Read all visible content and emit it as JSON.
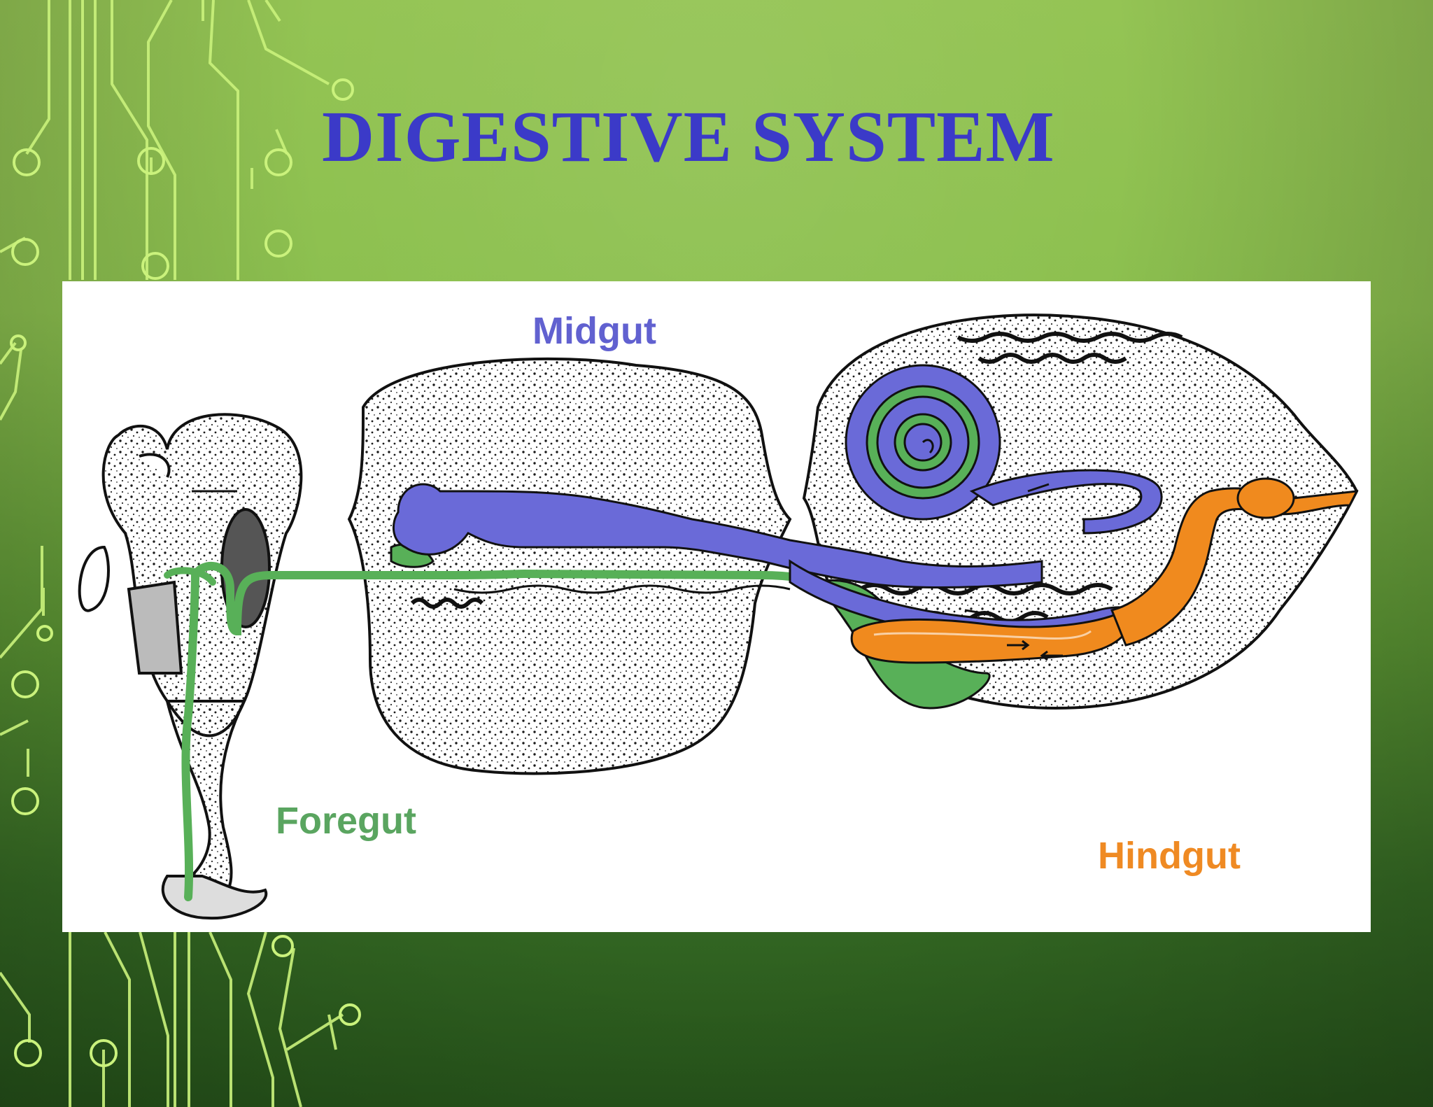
{
  "slide": {
    "title": "DIGESTIVE SYSTEM"
  },
  "diagram": {
    "labels": {
      "midgut": "Midgut",
      "foregut": "Foregut",
      "hindgut": "Hindgut"
    },
    "colors": {
      "title": "#3b3ac8",
      "midgut": "#6a6ad8",
      "foregut": "#58b058",
      "hindgut": "#f08a1e",
      "background_green": "#8cc04f",
      "circuit_lines": "#c8f07a"
    }
  }
}
